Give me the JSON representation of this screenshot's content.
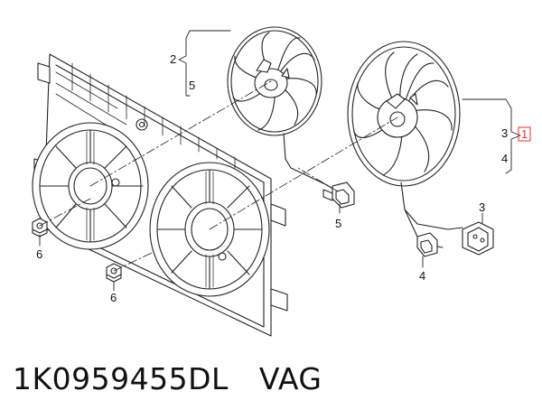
{
  "callouts": {
    "fan_left_upper": "2",
    "fan_left_lower": "5",
    "fan_right_upper": "3",
    "fan_right_lower": "4",
    "highlight_box": "1",
    "connector_left": "5",
    "connector_right_wire": "4",
    "connector_right_plug": "3",
    "nut_left": "6",
    "nut_bottom": "6"
  },
  "footer": {
    "part_number": "1K0959455DL",
    "brand": "VAG"
  },
  "colors": {
    "line": "#222222",
    "highlight": "#e23030",
    "background": "#ffffff"
  }
}
